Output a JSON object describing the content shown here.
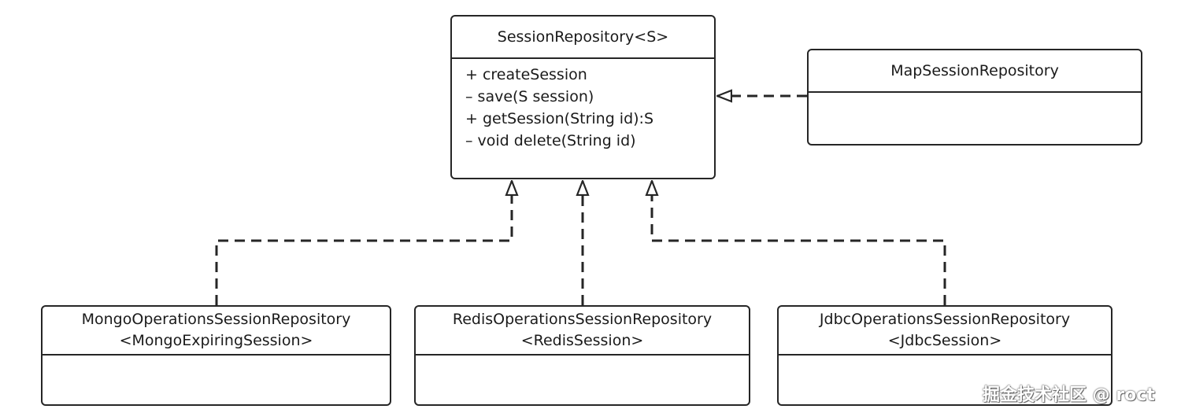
{
  "classes": {
    "session_repository": {
      "name": "SessionRepository<S>",
      "methods": [
        "+ createSession",
        "– save(S session)",
        "+ getSession(String id):S",
        "– void delete(String id)"
      ]
    },
    "map_session_repository": {
      "name": "MapSessionRepository"
    },
    "mongo_operations": {
      "name": "MongoOperationsSessionRepository",
      "type_param": "<MongoExpiringSession>"
    },
    "redis_operations": {
      "name": "RedisOperationsSessionRepository",
      "type_param": "<RedisSession>"
    },
    "jdbc_operations": {
      "name": "JdbcOperationsSessionRepository",
      "type_param": "<JdbcSession>"
    }
  },
  "relations": [
    {
      "from": "map_session_repository",
      "to": "session_repository",
      "type": "realization"
    },
    {
      "from": "mongo_operations",
      "to": "session_repository",
      "type": "realization"
    },
    {
      "from": "redis_operations",
      "to": "session_repository",
      "type": "realization"
    },
    {
      "from": "jdbc_operations",
      "to": "session_repository",
      "type": "realization"
    }
  ],
  "watermark": "掘金技术社区 @ roct",
  "colors": {
    "stroke": "#262626",
    "background": "#ffffff"
  }
}
